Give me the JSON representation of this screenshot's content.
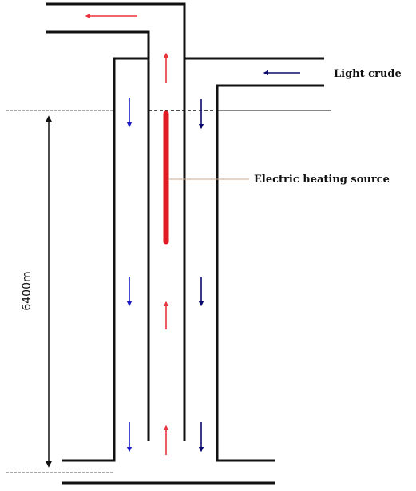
{
  "labels": {
    "light_crude": "Light crude",
    "heating_source": "Electric heating source",
    "depth": "6400m"
  },
  "colors": {
    "pipe": "#111111",
    "hot_flow": "#e8323c",
    "injection_flow": "#1c1cc8",
    "outer_flow": "#0a0a6e",
    "heater": "#e01b24",
    "leader_line": "#c8a890",
    "dashed_ref": "#555555"
  },
  "icons": {
    "flow_arrow": "arrow-icon",
    "dimension_arrow": "double-arrow-icon"
  }
}
